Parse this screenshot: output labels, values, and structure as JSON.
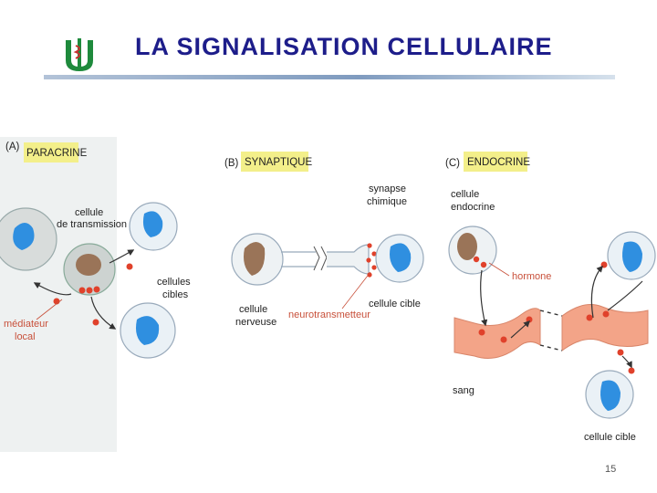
{
  "header": {
    "title": "LA SIGNALISATION CELLULAIRE"
  },
  "panels": {
    "a": {
      "letter": "(A)",
      "title": "PARACRINE",
      "cell_transmission": [
        "cellule",
        "de transmission"
      ],
      "target_cells": [
        "cellules",
        "cibles"
      ],
      "local_mediator": [
        "médiateur",
        "local"
      ]
    },
    "b": {
      "letter": "(B)",
      "title": "SYNAPTIQUE",
      "synapse": [
        "synapse",
        "chimique"
      ],
      "nerve_cell": [
        "cellule",
        "nerveuse"
      ],
      "neurotransmitter": "neurotransmetteur",
      "target_cell": "cellule cible"
    },
    "c": {
      "letter": "(C)",
      "title": "ENDOCRINE",
      "endocrine_cell": [
        "cellule",
        "endocrine"
      ],
      "hormone": "hormone",
      "blood": "sang",
      "target_cell": "cellule cible"
    }
  },
  "footer": {
    "page_number": "15"
  },
  "colors": {
    "title": "#1d1d8a",
    "label_highlight": "#f3ef8a",
    "signal_dot": "#e0412b",
    "blood": "#f3a488",
    "nucleus_blue": "#2f8fe0",
    "nucleus_brown": "#9a7458"
  }
}
